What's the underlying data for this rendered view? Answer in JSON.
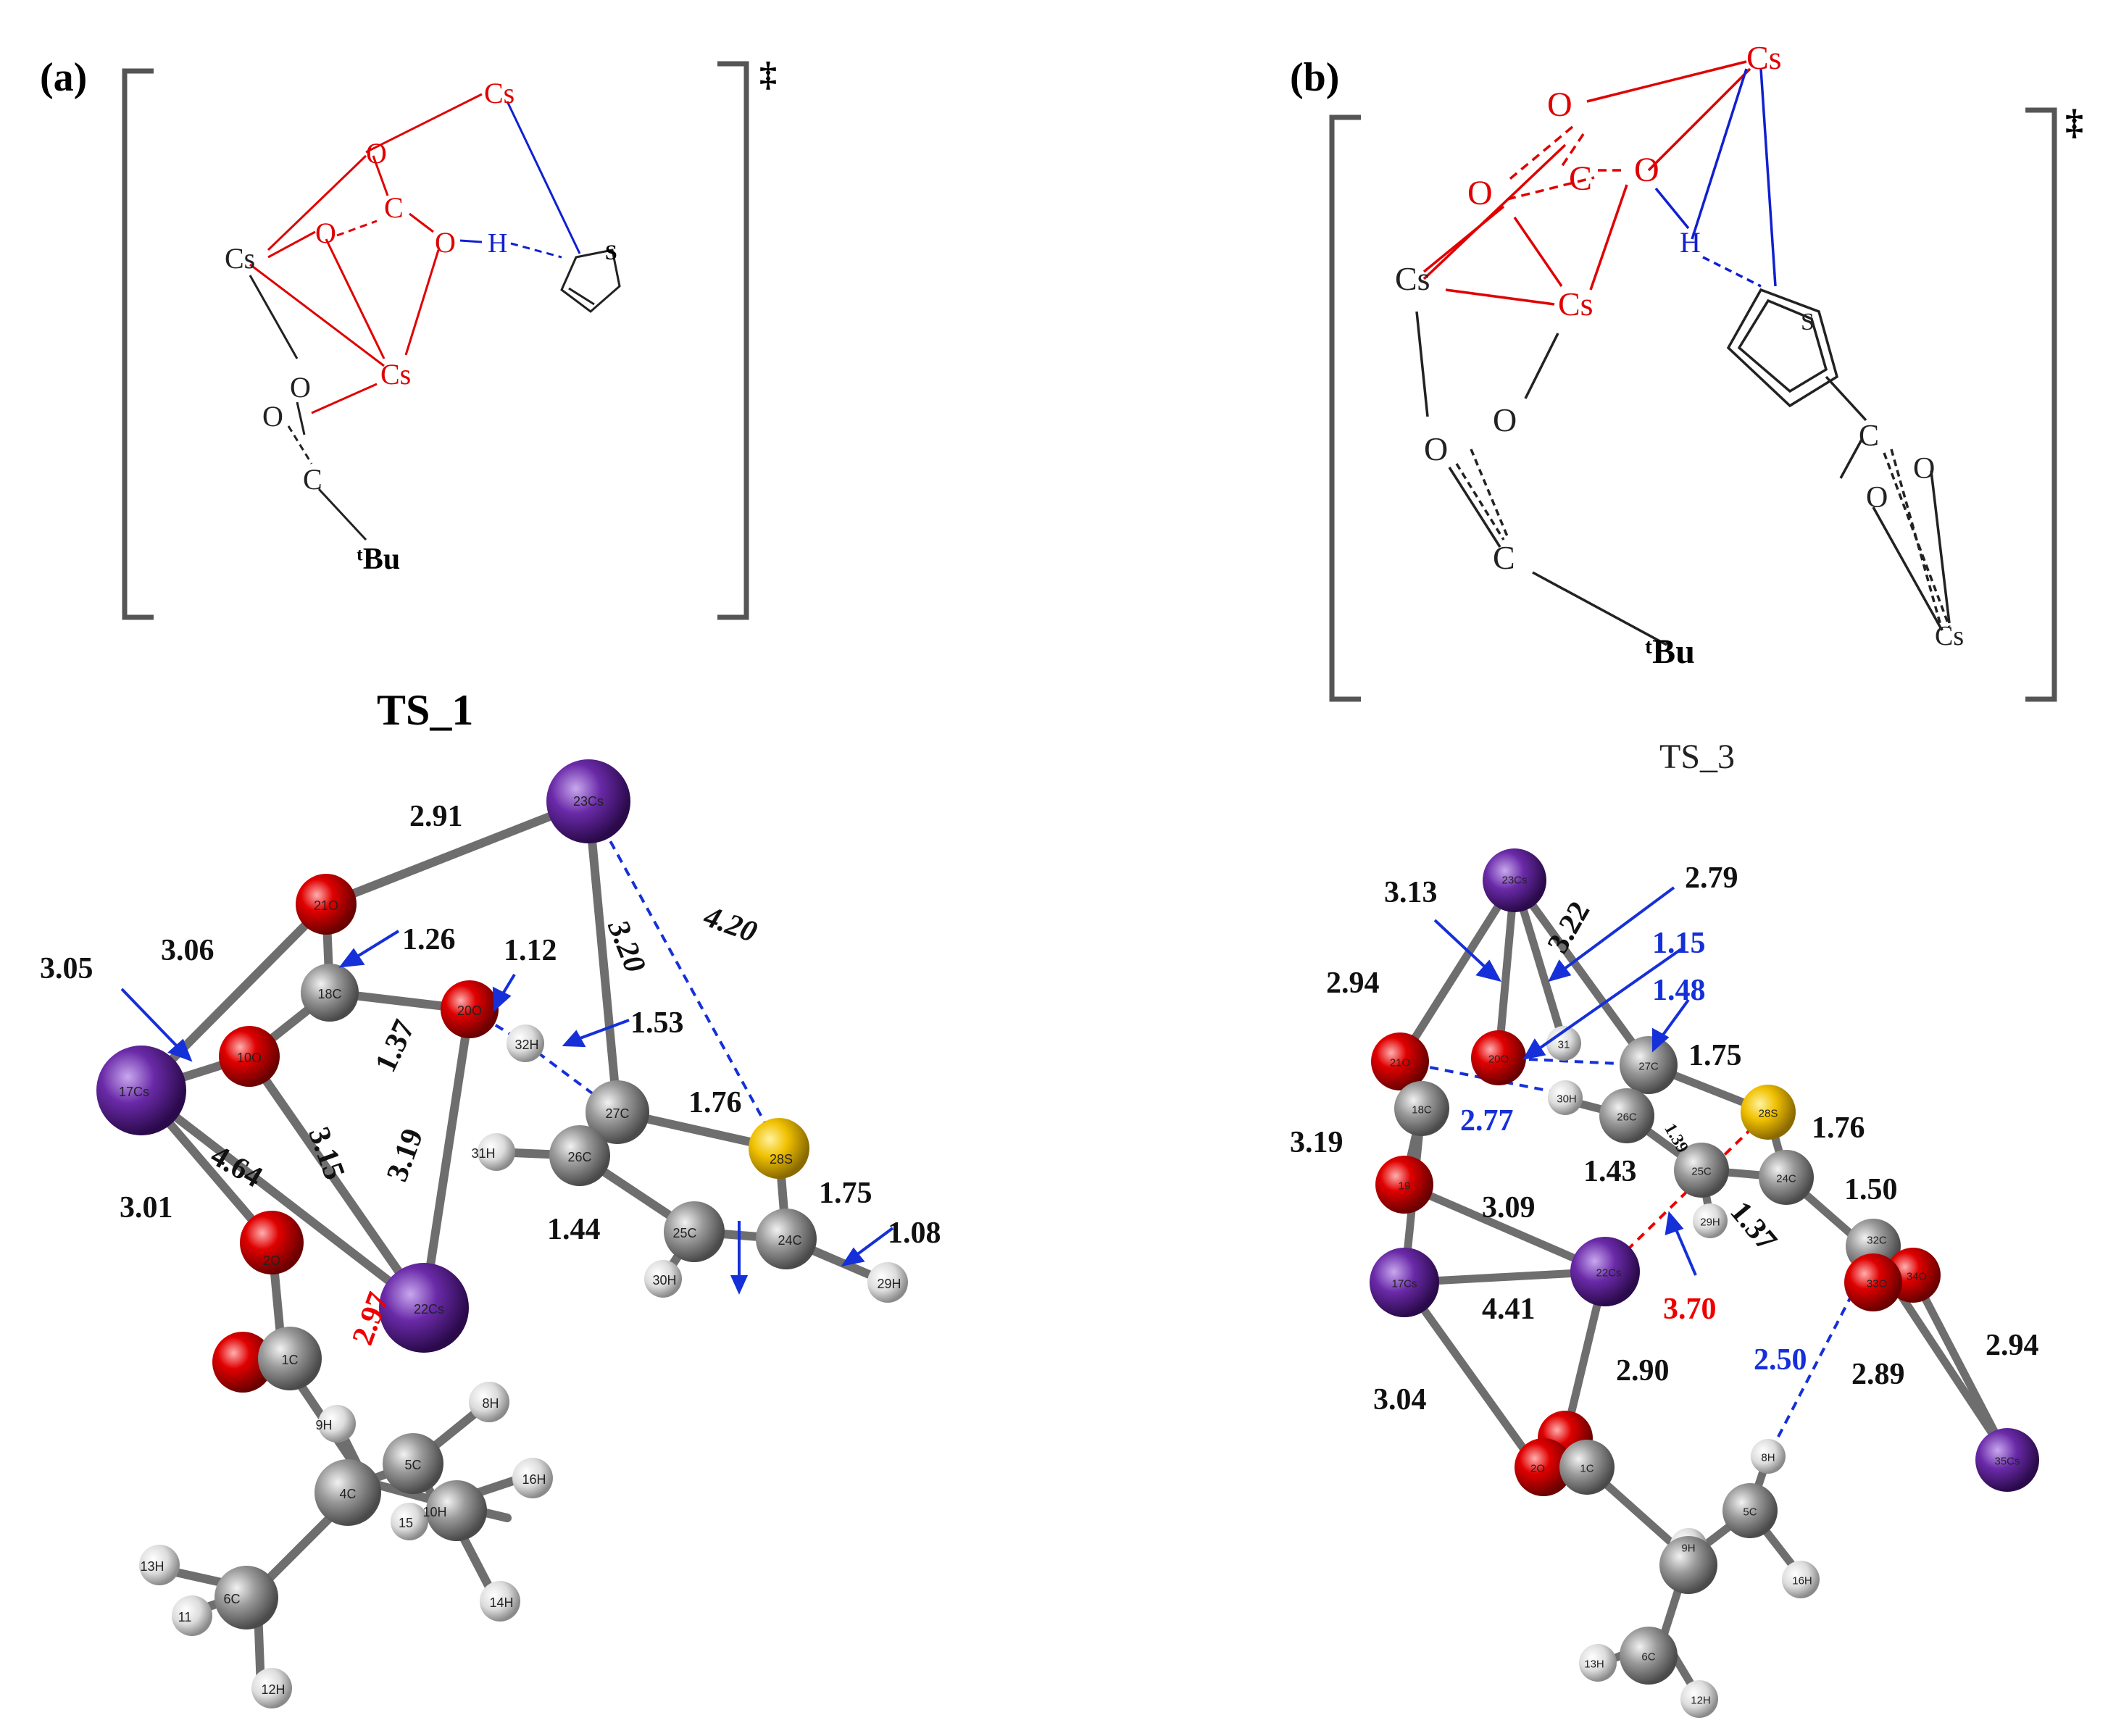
{
  "panels": [
    {
      "id": "a",
      "panel_label": "(a)",
      "ts_label": "TS_1",
      "dagger": "‡",
      "scheme_labels": {
        "cs_top": "Cs",
        "o_top": "O",
        "o_left": "O",
        "c_center": "C",
        "o_right": "O",
        "h": "H",
        "cs_left": "Cs",
        "cs_center": "Cs",
        "o_lower": "O",
        "o_lower2": "O",
        "c_lower": "C",
        "tbu": "ᵗBu",
        "s": "S"
      },
      "distances": {
        "d291": "2.91",
        "d306": "3.06",
        "d305": "3.05",
        "d126": "1.26",
        "d112": "1.12",
        "d320": "3.20",
        "d420": "4.20",
        "d137": "1.37",
        "d153": "1.53",
        "d176": "1.76",
        "d315": "3.15",
        "d319": "3.19",
        "d464": "4.64",
        "d301": "3.01",
        "d175": "1.75",
        "d144": "1.44",
        "d108": "1.08",
        "d297": "2.97"
      },
      "atom_labels": {
        "a23": "23Cs",
        "a21": "21O",
        "a18": "18C",
        "a20": "20O",
        "a10": "10O",
        "a17": "17Cs",
        "a32": "32H",
        "a27": "27C",
        "a31": "31H",
        "a26": "26C",
        "a28": "28S",
        "a2": "2O",
        "a22": "22Cs",
        "a25": "25C",
        "a24": "24C",
        "a30": "30H",
        "a29": "29H",
        "a1": "1C",
        "a9": "9H",
        "a5": "5C",
        "a8": "8H",
        "a4": "4C",
        "a16": "16H",
        "a10h": "10H",
        "a15": "15",
        "a13": "13H",
        "a6": "6C",
        "a11": "11",
        "a14": "14H",
        "a12": "12H"
      }
    },
    {
      "id": "b",
      "panel_label": "(b)",
      "ts_label": "TS_3",
      "dagger": "‡",
      "scheme_labels": {
        "cs_top": "Cs",
        "o1": "O",
        "o2": "O",
        "c": "C",
        "o3": "O",
        "h": "H",
        "cs_left": "Cs",
        "cs_mid": "Cs",
        "s": "S",
        "o_a": "O",
        "o_b": "O",
        "c_low": "C",
        "c_right": "C",
        "o_r1": "O",
        "o_r2": "O",
        "tbu": "ᵗBu",
        "cs_low": "Cs"
      },
      "distances": {
        "d313": "3.13",
        "d322": "3.22",
        "d279": "2.79",
        "d115": "1.15",
        "d148": "1.48",
        "d294a": "2.94",
        "d175": "1.75",
        "d277": "2.77",
        "d319": "3.19",
        "d139": "1.39",
        "d176": "1.76",
        "d143": "1.43",
        "d150": "1.50",
        "d309": "3.09",
        "d137": "1.37",
        "d441": "4.41",
        "d370": "3.70",
        "d294b": "2.94",
        "d250": "2.50",
        "d290": "2.90",
        "d289": "2.89",
        "d304": "3.04"
      },
      "atom_labels": {
        "b23": "23Cs",
        "b21": "21O",
        "b20": "20O",
        "b31": "31",
        "b27": "27C",
        "b28": "28S",
        "b18": "18C",
        "b30": "30H",
        "b26": "26C",
        "b19": "19",
        "b25": "25C",
        "b29": "29H",
        "b24": "24C",
        "b32": "32C",
        "b34": "34O",
        "b33": "33O",
        "b17": "17Cs",
        "b22": "22Cs",
        "b8": "8H",
        "b35": "35Cs",
        "b2": "2O",
        "b1": "1C",
        "b9": "9H",
        "b5": "5C",
        "b16": "16H",
        "b13": "13H",
        "b6": "6C",
        "b12": "12H"
      }
    }
  ],
  "colors": {
    "cs_atom": "#5a1a8c",
    "o_atom": "#e00000",
    "c_atom": "#8c8c8c",
    "h_atom": "#e6e6e6",
    "s_atom": "#f0c000",
    "bond": "#6e6e6e",
    "scheme_red": "#e00000",
    "scheme_blue": "#1020d0",
    "scheme_black": "#222222"
  }
}
